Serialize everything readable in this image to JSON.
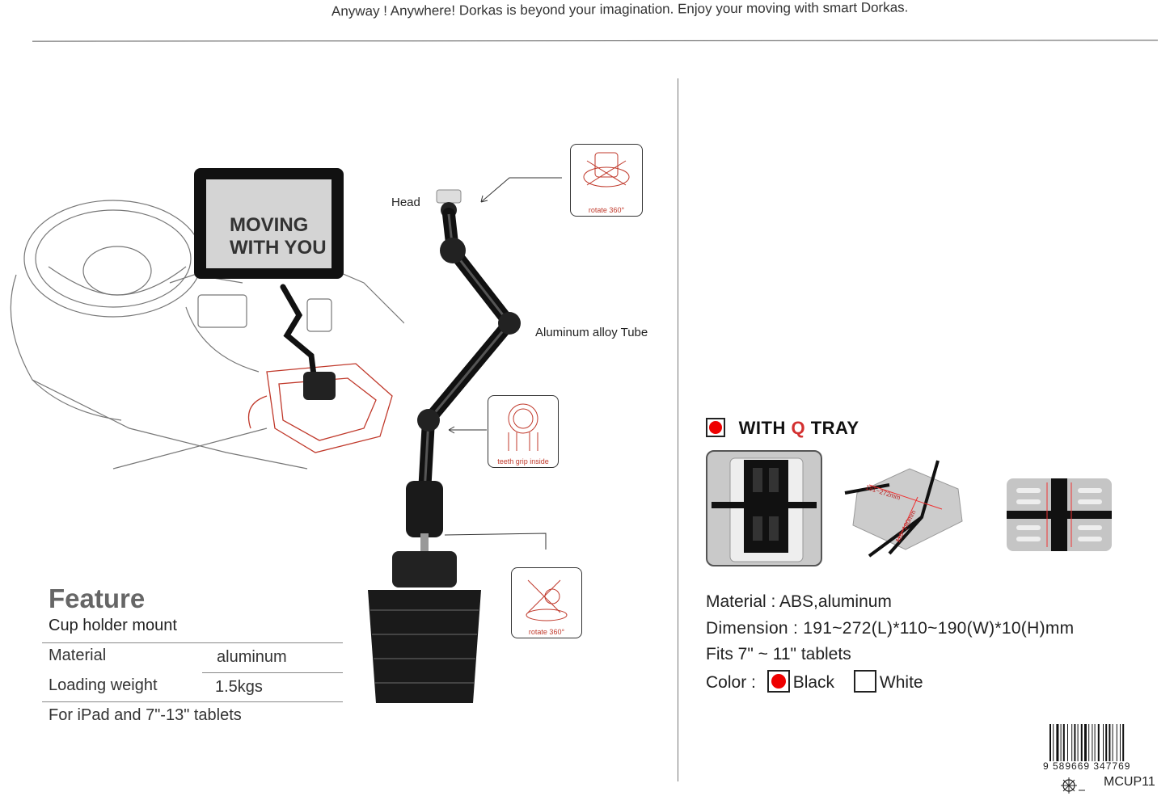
{
  "header": {
    "tagline": "Anyway ! Anywhere! Dorkas is beyond your imagination. Enjoy your moving with smart Dorkas."
  },
  "illustration": {
    "tablet_screen_line1": "MOVING",
    "tablet_screen_line2": "WITH YOU",
    "head_label": "Head",
    "tube_label": "Aluminum alloy Tube",
    "callout_top_caption": "rotate 360°",
    "callout_mid_caption": "teeth grip inside",
    "callout_bottom_caption": "rotate 360°"
  },
  "feature": {
    "title": "Feature",
    "subtitle": "Cup holder mount",
    "specs": [
      {
        "label": "Material",
        "value": "aluminum"
      },
      {
        "label": "Loading weight",
        "value": "1.5kgs"
      }
    ],
    "note": "For iPad and 7\"-13\" tablets"
  },
  "tray": {
    "heading_prefix": "WITH ",
    "heading_q": "Q",
    "heading_suffix": " TRAY",
    "diagram_length": "191~272mm",
    "diagram_width": "110~190mm",
    "material": "Material : ABS,aluminum",
    "dimension": "Dimension : 191~272(L)*110~190(W)*10(H)mm",
    "fits": "Fits 7\" ~ 11\" tablets",
    "color_label": "Color :",
    "color_options": [
      "Black",
      "White"
    ]
  },
  "footer": {
    "barcode_digits": "9   589669   347769",
    "model": "MCUP11"
  },
  "colors": {
    "accent_red": "#e00000",
    "sketch_red": "#c0392b",
    "dark_metal": "#1a1a1a"
  }
}
